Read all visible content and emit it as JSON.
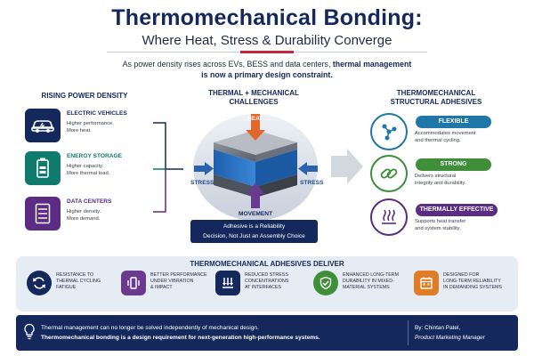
{
  "header": {
    "title": "Thermomechanical Bonding:",
    "subtitle": "Where Heat, Stress & Durability Converge",
    "intro_pre": "As power density rises across EVs, BESS and data centers,",
    "intro_highlight": "thermal management",
    "intro_line2": "is now a primary design constraint."
  },
  "left": {
    "heading": "RISING POWER DENSITY",
    "items": [
      {
        "title": "ELECTRIC VEHICLES",
        "desc1": "Higher performance.",
        "desc2": "More heat.",
        "color": "#14285c",
        "icon": "car-icon"
      },
      {
        "title": "ENERGY STORAGE",
        "desc1": "Higher capacity.",
        "desc2": "More thermal load.",
        "color": "#0f7a6e",
        "icon": "battery-icon"
      },
      {
        "title": "DATA CENTERS",
        "desc1": "Higher density.",
        "desc2": "More demand.",
        "color": "#5b2c83",
        "icon": "server-icon"
      }
    ]
  },
  "center": {
    "heading1": "THERMAL + MECHANICAL",
    "heading2": "CHALLENGES",
    "heat": "HEAT",
    "stress_left": "STRESS",
    "stress_right": "STRESS",
    "movement": "MOVEMENT",
    "banner1": "Adhesive is a Reliability",
    "banner2": "Decision, Not Just an Assembly Choice"
  },
  "right": {
    "heading1": "THERMOMECHANICAL",
    "heading2": "STRUCTURAL ADHESIVES",
    "items": [
      {
        "label": "FLEXIBLE",
        "desc1": "Accommodates movement",
        "desc2": "and thermal cycling.",
        "color": "#1f77a8",
        "icon": "molecule-icon"
      },
      {
        "label": "STRONG",
        "desc1": "Delivers structural",
        "desc2": "integrity and durability.",
        "color": "#3e8e3a",
        "icon": "chain-link-icon"
      },
      {
        "label": "THERMALLY EFFECTIVE",
        "desc1": "Supports heat transfer",
        "desc2": "and system stability.",
        "color": "#5b2c83",
        "icon": "heat-waves-icon"
      }
    ]
  },
  "deliver": {
    "heading": "THERMOMECHANICAL ADHESIVES DELIVER",
    "items": [
      {
        "l1": "RESISTANCE TO",
        "l2": "THERMAL CYCLING",
        "l3": "FATIGUE",
        "color": "#14285c",
        "icon": "cycle-icon"
      },
      {
        "l1": "BETTER PERFORMANCE",
        "l2": "UNDER VIBRATION",
        "l3": "& IMPACT",
        "color": "#6a3a8e",
        "icon": "vibration-icon"
      },
      {
        "l1": "REDUCED STRESS",
        "l2": "CONCENTRATIONS",
        "l3": "AT INTERFACES",
        "color": "#14285c",
        "icon": "pressure-icon"
      },
      {
        "l1": "ENHANCED LONG-TERM",
        "l2": "DURABILITY IN MIXED-",
        "l3": "MATERIAL SYSTEMS",
        "color": "#3e8e3a",
        "icon": "shield-check-icon"
      },
      {
        "l1": "DESIGNED FOR",
        "l2": "LONG-TERM RELIABILITY",
        "l3": "IN DEMANDING SYSTEMS",
        "color": "#e07b26",
        "icon": "calendar-icon"
      }
    ]
  },
  "footer": {
    "line1": "Thermal management can no longer be solved independently of mechanical design.",
    "line2": "Thermomechanical bonding is a design requirement for next-generation high-performance systems.",
    "by": "By: Chintan Patel,",
    "role": "Product Marketing Manager",
    "icon": "lightbulb-icon"
  }
}
